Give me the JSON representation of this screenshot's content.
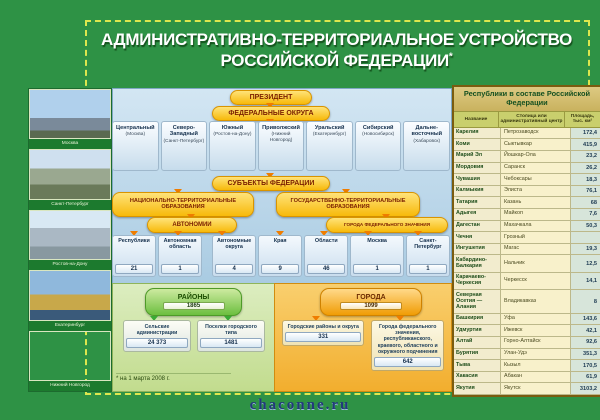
{
  "poster": {
    "title_line1": "АДМИНИСТРАТИВНО-ТЕРРИТОРИАЛЬНОЕ УСТРОЙСТВО",
    "title_line2": "РОССИЙСКОЙ ФЕДЕРАЦИИ",
    "title_mark": "*",
    "footnote": "* на 1 марта 2008 г.",
    "watermark": "chaconne.ru"
  },
  "colors": {
    "poster_green": "#2e9245",
    "dash_yellow": "#dde74e",
    "panel_blue": "#a9cbe2",
    "banner_yellow": "#f7b90a",
    "banner_text": "#7a1f00",
    "arrow_orange": "#ef7d00",
    "raiony_green": "#6cbf3f",
    "goroda_orange": "#f2ae2e",
    "table_title_green": "#155020"
  },
  "sidebar": {
    "cities": [
      {
        "label": "Москва"
      },
      {
        "label": "Санкт-Петербург"
      },
      {
        "label": "Ростов-на-Дону"
      },
      {
        "label": "Екатеринбург"
      },
      {
        "label": "Нижний Новгород"
      }
    ]
  },
  "diagram": {
    "president_label": "ПРЕЗИДЕНТ",
    "federal_districts_label": "ФЕДЕРАЛЬНЫЕ ОКРУГА",
    "districts": [
      {
        "name": "Центральный",
        "center": "(Москва)"
      },
      {
        "name": "Северо-Западный",
        "center": "(Санкт-Петербург)"
      },
      {
        "name": "Южный",
        "center": "(Ростов-на-Дону)"
      },
      {
        "name": "Приволжский",
        "center": "(Нижний Новгород)"
      },
      {
        "name": "Уральский",
        "center": "(Екатеринбург)"
      },
      {
        "name": "Сибирский",
        "center": "(Новосибирск)"
      },
      {
        "name": "Дальне-восточный",
        "center": "(Хабаровск)"
      }
    ],
    "subjects_label": "СУБЪЕКТЫ ФЕДЕРАЦИИ",
    "national_label": "НАЦИОНАЛЬНО-ТЕРРИТОРИАЛЬНЫЕ ОБРАЗОВАНИЯ",
    "state_label": "ГОСУДАРСТВЕННО-ТЕРРИТОРИАЛЬНЫЕ ОБРАЗОВАНИЯ",
    "autonomies_label": "АВТОНОМИИ",
    "federal_cities_label": "ГОРОДА ФЕДЕРАЛЬНОГО ЗНАЧЕНИЯ",
    "subject_types": [
      {
        "name": "Республики",
        "count": "21"
      },
      {
        "name": "Автономная область",
        "count": "1"
      },
      {
        "name": "Автономные округа",
        "count": "4"
      },
      {
        "name": "Края",
        "count": "9"
      },
      {
        "name": "Области",
        "count": "46"
      },
      {
        "name": "Москва",
        "count": "1"
      },
      {
        "name": "Санкт-Петербург",
        "count": "1"
      }
    ],
    "raiony": {
      "label": "РАЙОНЫ",
      "count": "1865",
      "children": [
        {
          "name": "Сельские администрации",
          "count": "24 373"
        },
        {
          "name": "Поселки городского типа",
          "count": "1481"
        }
      ]
    },
    "goroda": {
      "label": "ГОРОДА",
      "count": "1099",
      "children": [
        {
          "name": "Городские районы и округа",
          "count": "331"
        },
        {
          "name": "Города федерального значения, республиканского, краевого, областного и окружного подчинения",
          "count": "642"
        }
      ]
    }
  },
  "table": {
    "title": "Республики в составе Российской Федерации",
    "columns": [
      "Название",
      "Столица или административный центр",
      "Площадь, тыс. км²"
    ],
    "rows": [
      {
        "name": "Карелия",
        "capital": "Петрозаводск",
        "area": "172,4"
      },
      {
        "name": "Коми",
        "capital": "Сыктывкар",
        "area": "415,9"
      },
      {
        "name": "Марий Эл",
        "capital": "Йошкар-Ола",
        "area": "23,2"
      },
      {
        "name": "Мордовия",
        "capital": "Саранск",
        "area": "26,2"
      },
      {
        "name": "Чувашия",
        "capital": "Чебоксары",
        "area": "18,3"
      },
      {
        "name": "Калмыкия",
        "capital": "Элиста",
        "area": "76,1"
      },
      {
        "name": "Татария",
        "capital": "Казань",
        "area": "68"
      },
      {
        "name": "Адыгея",
        "capital": "Майкоп",
        "area": "7,6"
      },
      {
        "name": "Дагестан",
        "capital": "Махачкала",
        "area": "50,3"
      },
      {
        "name": "Чечня",
        "capital": "Грозный",
        "area": ""
      },
      {
        "name": "Ингушетия",
        "capital": "Магас",
        "area": "19,3"
      },
      {
        "name": "Кабардино-Балкария",
        "capital": "Нальчик",
        "area": "12,5"
      },
      {
        "name": "Карачаево-Черкесия",
        "capital": "Черкесск",
        "area": "14,1"
      },
      {
        "name": "Северная Осетия — Алания",
        "capital": "Владикавказ",
        "area": "8"
      },
      {
        "name": "Башкирия",
        "capital": "Уфа",
        "area": "143,6"
      },
      {
        "name": "Удмуртия",
        "capital": "Ижевск",
        "area": "42,1"
      },
      {
        "name": "Алтай",
        "capital": "Горно-Алтайск",
        "area": "92,6"
      },
      {
        "name": "Бурятия",
        "capital": "Улан-Удэ",
        "area": "351,3"
      },
      {
        "name": "Тыва",
        "capital": "Кызыл",
        "area": "170,5"
      },
      {
        "name": "Хакасия",
        "capital": "Абакан",
        "area": "61,9"
      },
      {
        "name": "Якутия",
        "capital": "Якутск",
        "area": "3103,2"
      }
    ]
  }
}
